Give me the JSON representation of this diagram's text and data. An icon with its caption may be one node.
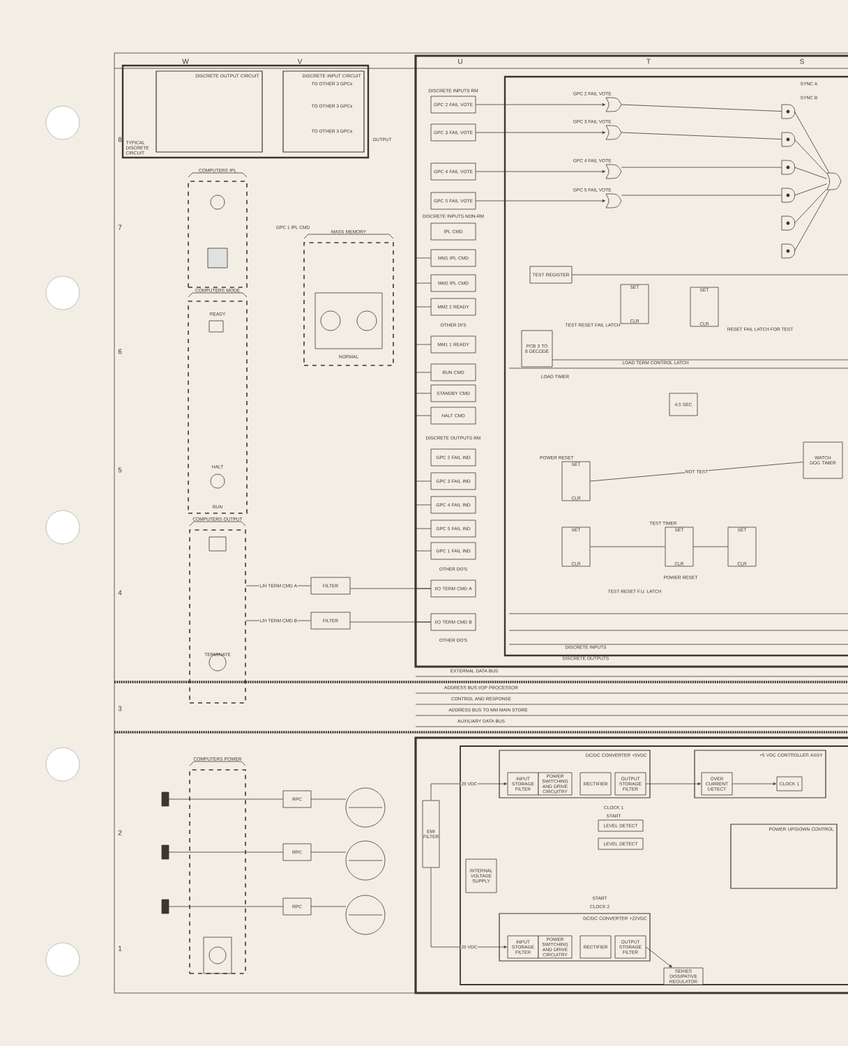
{
  "diagram": {
    "nodes": [
      {
        "text": [
          "TYPICAL DISCRETE CIRCUIT"
        ]
      },
      {
        "text": [
          "DISCRETE OUTPUT CIRCUIT"
        ],
        "in": 0
      },
      {
        "text": [
          "DISCRETE INPUT CIRCUIT"
        ],
        "in": 0
      },
      {
        "text": [
          "COMPUTERS IPL"
        ]
      },
      {
        "text": [
          "COMPUTERS MODE",
          "READY",
          "HALT",
          "RUN"
        ]
      },
      {
        "text": [
          "MASS MEMORY",
          "NORMAL"
        ]
      },
      {
        "text": [
          "COMPUTERS OUTPUT",
          "TERMINATE"
        ]
      },
      {
        "text": [
          "COMPUTERS POWER"
        ]
      },
      {
        "text": [
          "FILTER"
        ]
      },
      {
        "text": [
          "FILTER"
        ]
      },
      {
        "text": [
          "RPC"
        ]
      },
      {
        "text": [
          "RPC"
        ]
      },
      {
        "text": [
          "RPC"
        ]
      },
      {
        "text": [
          "GPC 2 FAIL VOTE"
        ]
      },
      {
        "text": [
          "GPC 3 FAIL VOTE"
        ]
      },
      {
        "text": [
          "GPC 4 FAIL VOTE"
        ]
      },
      {
        "text": [
          "GPC 5 FAIL VOTE"
        ]
      },
      {
        "text": [
          "IPL CMD"
        ]
      },
      {
        "text": [
          "MM1 IPL CMD"
        ]
      },
      {
        "text": [
          "MM2 IPL CMD"
        ]
      },
      {
        "text": [
          "MM2 2 READY"
        ]
      },
      {
        "text": [
          "MM1 1 READY"
        ]
      },
      {
        "text": [
          "RUN CMD"
        ]
      },
      {
        "text": [
          "STANDBY CMD"
        ]
      },
      {
        "text": [
          "HALT CMD"
        ]
      },
      {
        "text": [
          "GPC 2 FAIL IND"
        ]
      },
      {
        "text": [
          "GPC 3 FAIL IND"
        ]
      },
      {
        "text": [
          "GPC 4 FAIL IND"
        ]
      },
      {
        "text": [
          "GPC 5 FAIL IND"
        ]
      },
      {
        "text": [
          "GPC 1 FAIL IND"
        ]
      },
      {
        "text": [
          "I/O TERM CMD A"
        ]
      },
      {
        "text": [
          "I/O TERM CMD B"
        ]
      },
      {
        "text": [],
        "shape": "gate",
        "beside": [
          "GPC 2 FAIL VOTE"
        ]
      },
      {
        "text": [],
        "shape": "gate",
        "beside": [
          "GPC 3 FAIL VOTE"
        ]
      },
      {
        "text": [],
        "shape": "gate",
        "beside": [
          "GPC 4 FAIL VOTE"
        ]
      },
      {
        "text": [],
        "shape": "gate",
        "beside": [
          "GPC 5 FAIL VOTE"
        ]
      },
      {
        "text": [],
        "shape": "gate"
      },
      {
        "text": [],
        "shape": "gate"
      },
      {
        "text": [],
        "shape": "gate"
      },
      {
        "text": [],
        "shape": "gate"
      },
      {
        "text": [],
        "shape": "gate"
      },
      {
        "text": [],
        "shape": "gate"
      },
      {
        "text": [],
        "shape": "gate"
      },
      {
        "text": [
          "TEST REGISTER"
        ]
      },
      {
        "text": [
          "PCB 3 TO 8 DECODE"
        ]
      },
      {
        "text": [
          "SET",
          "CLR"
        ]
      },
      {
        "text": [
          "SET",
          "CLR"
        ]
      },
      {
        "text": [
          "4.5 SEC"
        ]
      },
      {
        "text": [
          "SET",
          "CLR"
        ],
        "beside": [
          "POWER RESET"
        ]
      },
      {
        "text": [
          "SET",
          "CLR"
        ]
      },
      {
        "text": [
          "SET",
          "CLR"
        ],
        "beside": [
          "TEST TIMER"
        ]
      },
      {
        "text": [
          "SET",
          "CLR"
        ]
      },
      {
        "text": [
          "WATCH DOG TIMER"
        ]
      },
      {
        "text": [
          "EMI FILTER"
        ]
      },
      {
        "text": [
          "DC/DC CONVERTER +5VDC"
        ]
      },
      {
        "text": [
          "INPUT STORAGE FILTER"
        ],
        "in": 54
      },
      {
        "text": [
          "POWER SWITCHING AND DRIVE CIRCUITRY"
        ],
        "in": 54
      },
      {
        "text": [
          "RECTIFIER"
        ],
        "in": 54
      },
      {
        "text": [
          "OUTPUT STORAGE FILTER"
        ],
        "in": 54
      },
      {
        "text": [
          "+5 VDC CONTROLLER ASSY"
        ]
      },
      {
        "text": [
          "OVER CURRENT DETECT"
        ],
        "in": 59
      },
      {
        "text": [
          "CLOCK 1"
        ],
        "in": 59
      },
      {
        "text": [
          "LEVEL DETECT"
        ]
      },
      {
        "text": [
          "LEVEL DETECT"
        ]
      },
      {
        "text": [
          "POWER UP/DOWN CONTROL"
        ]
      },
      {
        "text": [
          "INTERNAL VOLTAGE SUPPLY"
        ]
      },
      {
        "text": [
          "DC/DC CONVERTER +22VDC"
        ]
      },
      {
        "text": [
          "INPUT STORAGE FILTER"
        ],
        "in": 66
      },
      {
        "text": [
          "POWER SWITCHING AND DRIVE CIRCUITRY"
        ],
        "in": 66
      },
      {
        "text": [
          "RECTIFIER"
        ],
        "in": 66
      },
      {
        "text": [
          "OUTPUT STORAGE FILTER"
        ],
        "in": 66
      },
      {
        "text": [
          "SERIES DISSIPATIVE REGULATOR"
        ]
      }
    ],
    "edges": [
      {
        "from": 13,
        "to": 32,
        "arrow": "to"
      },
      {
        "from": 14,
        "to": 33,
        "arrow": "to"
      },
      {
        "from": 15,
        "to": 34,
        "arrow": "to"
      },
      {
        "from": 16,
        "to": 35,
        "arrow": "to"
      },
      {
        "from": 36,
        "to": 42,
        "arrow": "none"
      },
      {
        "from": 37,
        "to": 42,
        "arrow": "none"
      },
      {
        "from": 38,
        "to": 42,
        "arrow": "none"
      },
      {
        "from": 39,
        "to": 42,
        "arrow": "none"
      },
      {
        "from": 40,
        "to": 42,
        "arrow": "none"
      },
      {
        "from": 41,
        "to": 42,
        "arrow": "none"
      },
      {
        "from": 53,
        "to": 55,
        "arrow": "to",
        "label": "28 VDC"
      },
      {
        "from": 53,
        "to": 67,
        "arrow": "to",
        "label": "28 VDC"
      },
      {
        "from": 58,
        "to": 60,
        "arrow": "to"
      },
      {
        "from": 60,
        "to": 61,
        "arrow": "to"
      },
      {
        "from": 6,
        "to": 8,
        "arrow": "none",
        "label": "L/H TERM CMD A"
      },
      {
        "from": 6,
        "to": 9,
        "arrow": "none",
        "label": "L/H TERM CMD B"
      },
      {
        "from": 8,
        "to": 30,
        "arrow": "none"
      },
      {
        "from": 9,
        "to": 31,
        "arrow": "none"
      },
      {
        "from": 70,
        "to": 71,
        "arrow": "to"
      },
      {
        "from": 32,
        "to": 36,
        "arrow": "none"
      },
      {
        "from": 33,
        "to": 37,
        "arrow": "none"
      },
      {
        "from": 34,
        "to": 38,
        "arrow": "none"
      },
      {
        "from": 35,
        "to": 39,
        "arrow": "none"
      },
      {
        "from": 48,
        "to": 52,
        "arrow": "none",
        "label": "NOT TEST"
      },
      {
        "from": 49,
        "to": 50,
        "arrow": "none"
      },
      {
        "from": 50,
        "to": 51,
        "arrow": "none"
      }
    ],
    "labels": [
      "W",
      "V",
      "U",
      "T",
      "S",
      "8",
      "7",
      "6",
      "5",
      "4",
      "3",
      "2",
      "1",
      "TO OTHER 3 GPCs",
      "TO OTHER 3 GPCs",
      "TO OTHER 3 GPCs",
      "OUTPUT",
      "DISCRETE INPUTS RM",
      "DISCRETE INPUTS NON-RM",
      "OTHER DI'S",
      "DISCRETE OUTPUTS RM",
      "OTHER DO'S",
      "OTHER DO'S",
      "SYNC A",
      "SYNC B",
      "TEST RESET FAIL LATCH",
      "RESET FAIL LATCH FOR TEST",
      "LOAD TERM CONTROL LATCH",
      "LOAD TIMER",
      "TEST RESET F.U. LATCH",
      "POWER RESET",
      "DISCRETE INPUTS",
      "DISCRETE OUTPUTS",
      "EXTERNAL DATA BUS",
      "ADDRESS BUS I/OP PROCESSOR",
      "CONTROL AND RESPONSE",
      "ADDRESS BUS TO MM MAIN STORE",
      "AUXILIARY DATA BUS",
      "CLOCK 1",
      "START",
      "START",
      "CLOCK 2",
      "GPC 1 IPL CMD"
    ]
  }
}
